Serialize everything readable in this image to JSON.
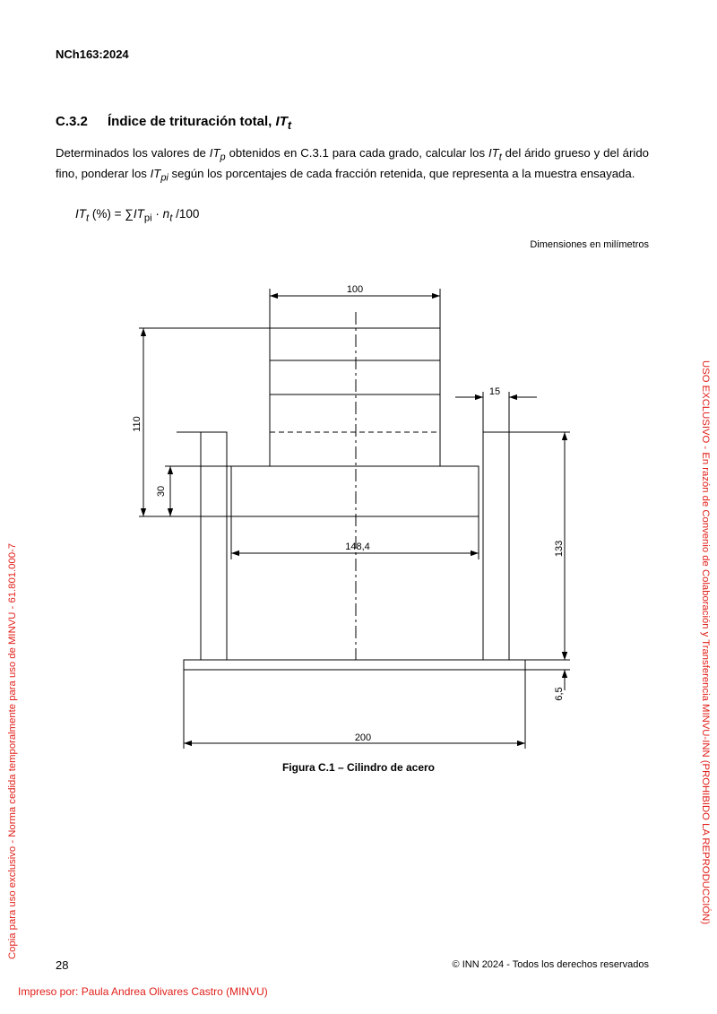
{
  "header": {
    "doc_id": "NCh163:2024"
  },
  "section": {
    "number": "C.3.2",
    "title_prefix": "Índice de trituración total, ",
    "title_symbol": "IT",
    "title_sub": "t"
  },
  "paragraph": {
    "t1": "Determinados los valores de ",
    "s1": "IT",
    "s1sub": "p",
    "t2": " obtenidos en C.3.1 para cada grado, calcular los ",
    "s2": "IT",
    "s2sub": "t",
    "t3": " del árido grueso y del árido fino, ponderar los ",
    "s3": "IT",
    "s3sub": "pi",
    "t4": " según los porcentajes de cada fracción retenida, que representa a la muestra ensayada."
  },
  "formula": {
    "lhs": "IT",
    "lhs_sub": "t",
    "lhs_rest": " (%) = ∑",
    "term1": "IT",
    "term1_sub": "pi",
    "dot": " · ",
    "term2": "n",
    "term2_sub": "t",
    "tail": " /100"
  },
  "dims_note": "Dimensiones en milímetros",
  "figure": {
    "dim_100": "100",
    "dim_15": "15",
    "dim_110": "110",
    "dim_30": "30",
    "dim_148": "148,4",
    "dim_133": "133",
    "dim_65": "6,5",
    "dim_200": "200",
    "caption": "Figura C.1 – Cilindro de acero"
  },
  "footer": {
    "page_number": "28",
    "copyright": "© INN 2024 - Todos los derechos reservados",
    "printed_by": "Impreso por: Paula Andrea Olivares Castro (MINVU)"
  },
  "watermarks": {
    "left": "Copia para uso exclusivo - Norma cedida temporalmente para uso de MINVU - 61.801.000-7",
    "right": "USO EXCLUSIVO - En razón de Convenio de Colaboración y Transferencia MINVU-INN (PROHIBIDO LA REPRODUCCIÓN)"
  },
  "colors": {
    "watermark": "#e0201b",
    "text": "#000000"
  }
}
